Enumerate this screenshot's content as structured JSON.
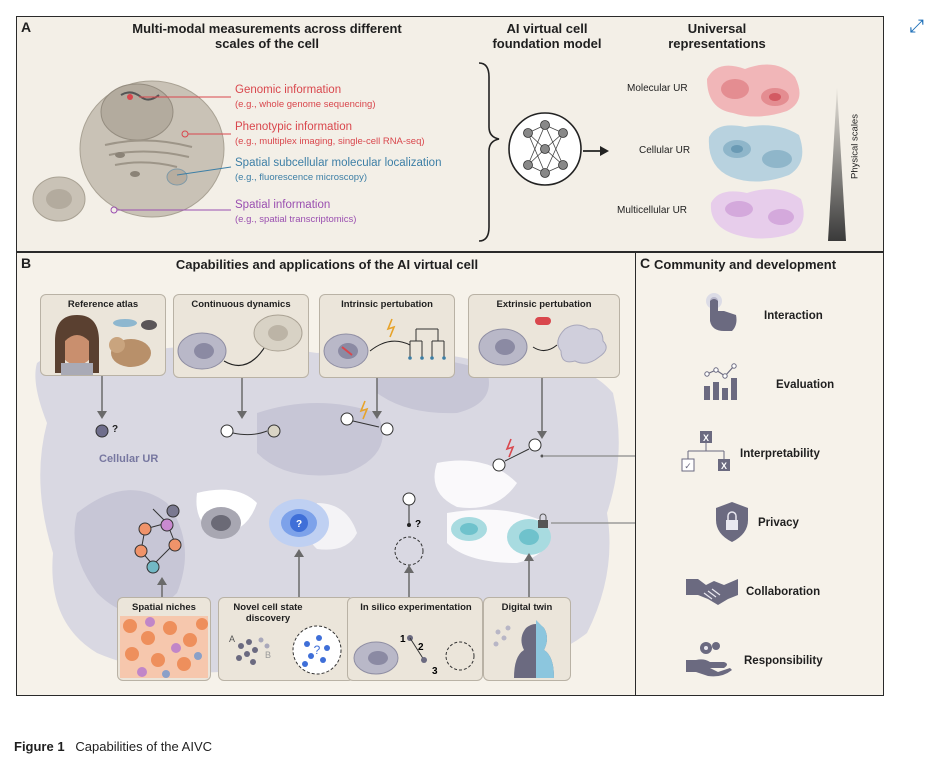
{
  "expand_icon": "expand-arrows-icon",
  "panel_a": {
    "letter": "A",
    "measure_title": "Multi-modal measurements across different scales of the cell",
    "model_title": "AI virtual cell foundation model",
    "rep_title": "Universal representations",
    "infos": [
      {
        "title": "Genomic information",
        "sub": "(e.g., whole genome sequencing)",
        "color": "#d9474d"
      },
      {
        "title": "Phenotypic information",
        "sub": "(e.g., multiplex imaging, single-cell RNA-seq)",
        "color": "#d9474d"
      },
      {
        "title": "Spatial subcellular molecular localization",
        "sub": "(e.g., fluorescence microscopy)",
        "color": "#3d7fa6"
      },
      {
        "title": "Spatial information",
        "sub": "(e.g., spatial transcriptomics)",
        "color": "#9a4fb0"
      }
    ],
    "ur_labels": [
      "Molecular UR",
      "Cellular UR",
      "Multicellular UR"
    ],
    "scale_label": "Physical scales"
  },
  "panel_b": {
    "letter": "B",
    "title": "Capabilities and applications of the AI virtual cell",
    "top_cards": [
      "Reference atlas",
      "Continuous dynamics",
      "Intrinsic pertubation",
      "Extrinsic pertubation"
    ],
    "bottom_cards": [
      "Spatial niches",
      "Novel cell state discovery",
      "In silico experimentation",
      "Digital twin"
    ],
    "landscape_label": "Cellular UR",
    "q": "?",
    "discovery_letters": [
      "A",
      "B"
    ],
    "steps": [
      "1",
      "2",
      "3"
    ]
  },
  "panel_c": {
    "letter": "C",
    "title": "Community and development",
    "items": [
      {
        "label": "Interaction",
        "icon": "touch-interaction-icon"
      },
      {
        "label": "Evaluation",
        "icon": "bar-chart-evaluation-icon"
      },
      {
        "label": "Interpretability",
        "icon": "decision-tree-icon"
      },
      {
        "label": "Privacy",
        "icon": "shield-lock-icon"
      },
      {
        "label": "Collaboration",
        "icon": "handshake-icon"
      },
      {
        "label": "Responsibility",
        "icon": "hand-gears-icon"
      }
    ],
    "tree_x": "X",
    "tree_check": "✓"
  },
  "caption": {
    "label": "Figure 1",
    "text": "Capabilities of the AIVC"
  }
}
